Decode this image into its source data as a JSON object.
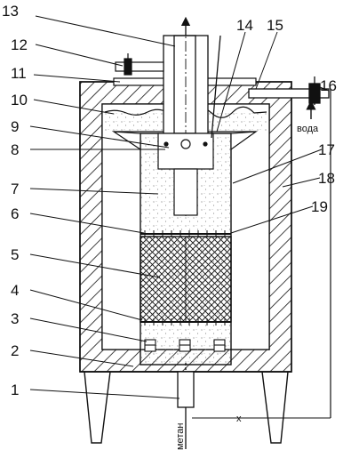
{
  "labels": {
    "n1": "1",
    "n2": "2",
    "n3": "3",
    "n4": "4",
    "n5": "5",
    "n6": "6",
    "n7": "7",
    "n8": "8",
    "n9": "9",
    "n10": "10",
    "n11": "11",
    "n12": "12",
    "n13": "13",
    "n14": "14",
    "n15": "15",
    "n16": "16",
    "n17": "17",
    "n18": "18",
    "n19": "19"
  },
  "media": {
    "water": "вода",
    "methane": "метан"
  },
  "marker": "x"
}
